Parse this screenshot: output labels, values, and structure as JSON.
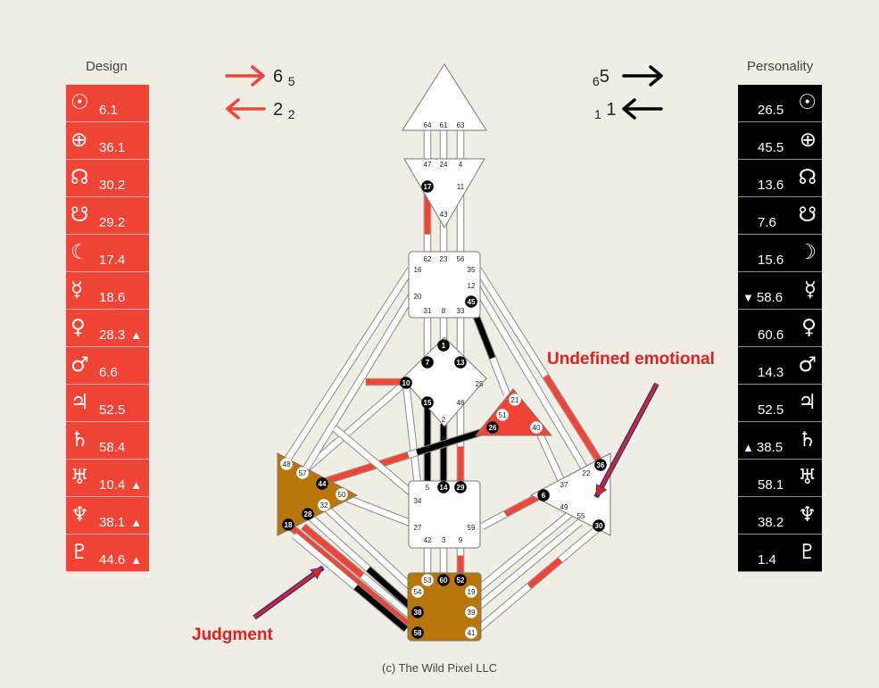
{
  "design": {
    "title": "Design",
    "rows": [
      {
        "icon": "sun-icon",
        "symbol": "☉",
        "value": "6.1",
        "mark": ""
      },
      {
        "icon": "earth-icon",
        "symbol": "⊕",
        "value": "36.1",
        "mark": ""
      },
      {
        "icon": "north-node-icon",
        "symbol": "☊",
        "value": "30.2",
        "mark": ""
      },
      {
        "icon": "south-node-icon",
        "symbol": "☋",
        "value": "29.2",
        "mark": ""
      },
      {
        "icon": "moon-icon",
        "symbol": "☾",
        "value": "17.4",
        "mark": ""
      },
      {
        "icon": "mercury-icon",
        "symbol": "☿",
        "value": "18.6",
        "mark": ""
      },
      {
        "icon": "venus-icon",
        "symbol": "♀",
        "value": "28.3",
        "mark": "▲"
      },
      {
        "icon": "mars-icon",
        "symbol": "♂",
        "value": "6.6",
        "mark": ""
      },
      {
        "icon": "jupiter-icon",
        "symbol": "♃",
        "value": "52.5",
        "mark": ""
      },
      {
        "icon": "saturn-icon",
        "symbol": "♄",
        "value": "58.4",
        "mark": ""
      },
      {
        "icon": "uranus-icon",
        "symbol": "♅",
        "value": "10.4",
        "mark": "▲"
      },
      {
        "icon": "neptune-icon",
        "symbol": "♆",
        "value": "38.1",
        "mark": "▲"
      },
      {
        "icon": "pluto-icon",
        "symbol": "♇",
        "value": "44.6",
        "mark": "▲"
      }
    ]
  },
  "personality": {
    "title": "Personality",
    "rows": [
      {
        "icon": "sun-icon",
        "symbol": "☉",
        "value": "26.5",
        "mark": ""
      },
      {
        "icon": "earth-icon",
        "symbol": "⊕",
        "value": "45.5",
        "mark": ""
      },
      {
        "icon": "north-node-icon",
        "symbol": "☊",
        "value": "13.6",
        "mark": ""
      },
      {
        "icon": "south-node-icon",
        "symbol": "☋",
        "value": "7.6",
        "mark": ""
      },
      {
        "icon": "moon-icon",
        "symbol": "☽",
        "value": "15.6",
        "mark": ""
      },
      {
        "icon": "mercury-icon",
        "symbol": "☿",
        "value": "58.6",
        "mark": "▼"
      },
      {
        "icon": "venus-icon",
        "symbol": "♀",
        "value": "60.6",
        "mark": ""
      },
      {
        "icon": "mars-icon",
        "symbol": "♂",
        "value": "14.3",
        "mark": ""
      },
      {
        "icon": "jupiter-icon",
        "symbol": "♃",
        "value": "52.5",
        "mark": ""
      },
      {
        "icon": "saturn-icon",
        "symbol": "♄",
        "value": "38.5",
        "mark": "▲"
      },
      {
        "icon": "uranus-icon",
        "symbol": "♅",
        "value": "58.1",
        "mark": ""
      },
      {
        "icon": "neptune-icon",
        "symbol": "♆",
        "value": "38.2",
        "mark": ""
      },
      {
        "icon": "pluto-icon",
        "symbol": "♇",
        "value": "1.4",
        "mark": ""
      }
    ]
  },
  "variables": {
    "design_top": {
      "main": "6",
      "sub": "5"
    },
    "design_bottom": {
      "main": "2",
      "sub": "2"
    },
    "personality_top": {
      "main": "5",
      "sub": "6"
    },
    "personality_bottom": {
      "main": "1",
      "sub": "1"
    }
  },
  "colors": {
    "design_red": "#f04437",
    "personality_black": "#000000",
    "center_brown": "#b8750a",
    "background": "#f0ede5",
    "annotation_red": "#e32020"
  },
  "annotations": {
    "emotional": "Undefined emotional",
    "judgment": "Judgment"
  },
  "footer": "(c) The Wild Pixel LLC",
  "centers": {
    "head": {
      "gates": [
        "64",
        "61",
        "63"
      ]
    },
    "ajna": {
      "gates": [
        "47",
        "24",
        "4",
        "17",
        "11",
        "43"
      ]
    },
    "throat": {
      "gates": [
        "62",
        "23",
        "56",
        "16",
        "35",
        "12",
        "20",
        "45",
        "31",
        "8",
        "33"
      ]
    },
    "g": {
      "gates": [
        "1",
        "7",
        "13",
        "10",
        "25",
        "15",
        "46",
        "2"
      ]
    },
    "heart": {
      "gates": [
        "21",
        "51",
        "26",
        "40"
      ]
    },
    "spleen": {
      "gates": [
        "48",
        "57",
        "44",
        "50",
        "32",
        "28",
        "18"
      ]
    },
    "solar_plexus": {
      "gates": [
        "36",
        "22",
        "37",
        "6",
        "49",
        "55",
        "30"
      ]
    },
    "sacral": {
      "gates": [
        "5",
        "14",
        "29",
        "34",
        "27",
        "59",
        "42",
        "3",
        "9"
      ]
    },
    "root": {
      "gates": [
        "53",
        "60",
        "52",
        "54",
        "19",
        "38",
        "39",
        "58",
        "41"
      ]
    }
  }
}
